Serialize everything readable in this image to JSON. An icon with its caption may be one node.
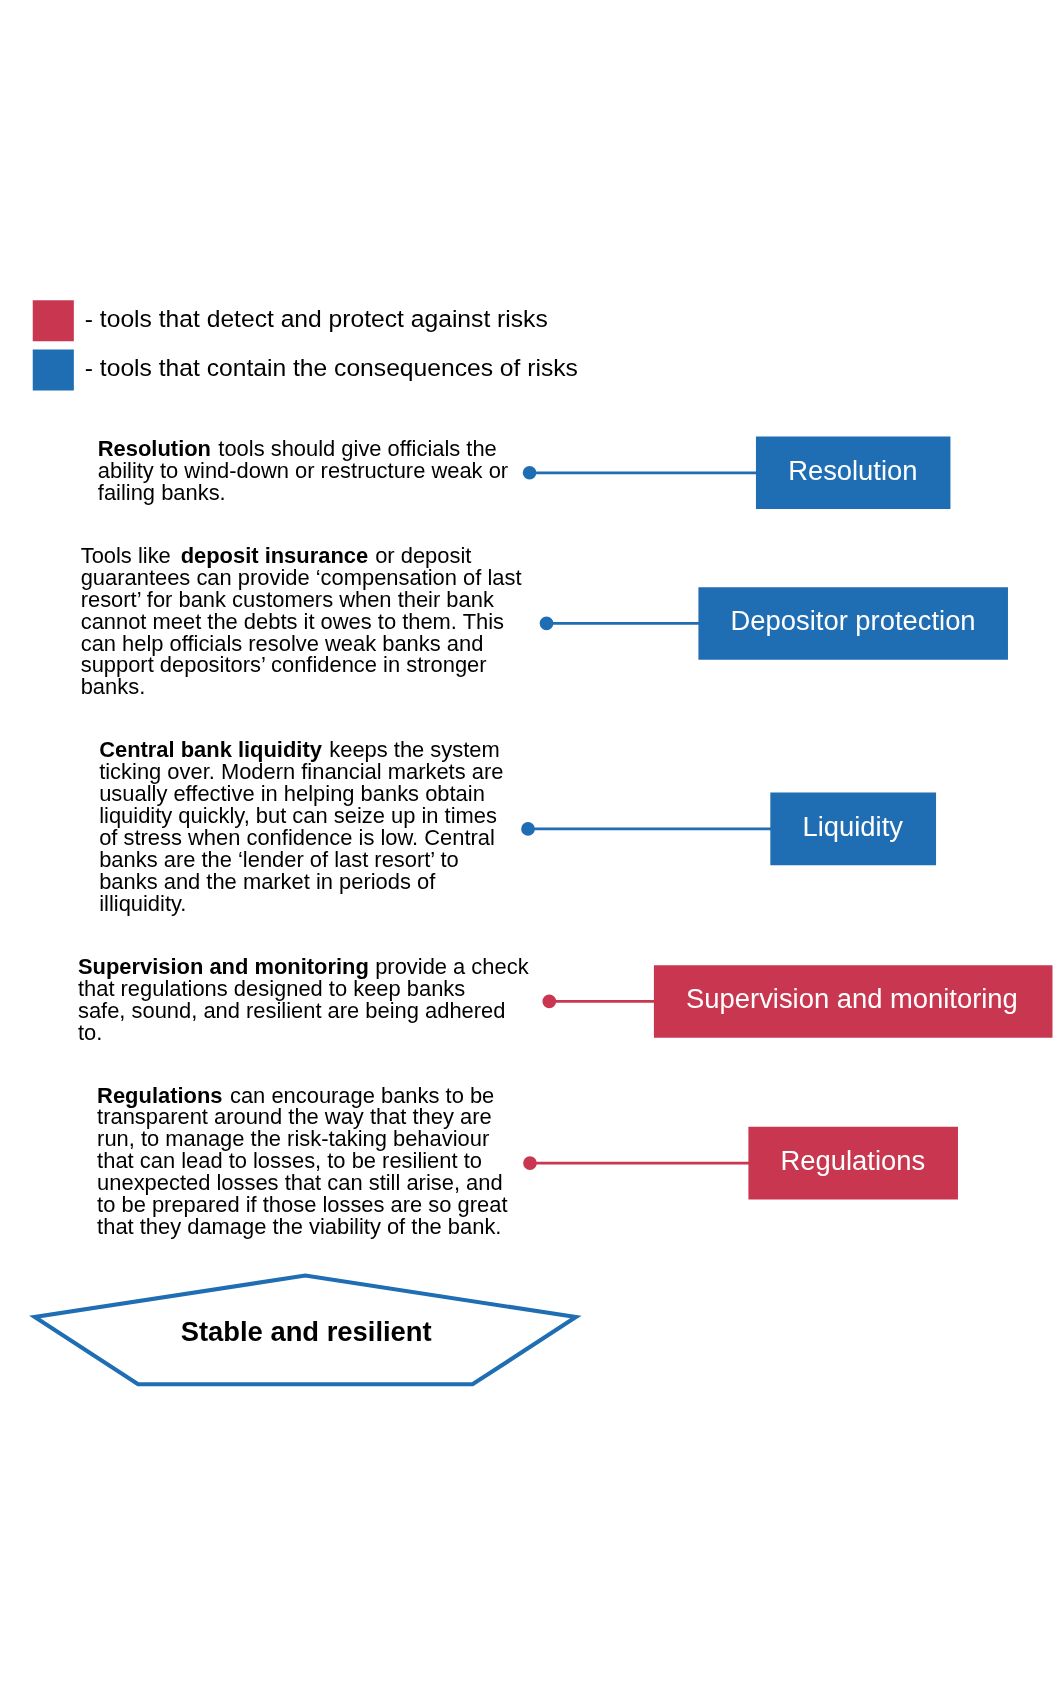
{
  "diagram": {
    "nodes": [
      {
        "text": [
          "Stable and resilient"
        ]
      },
      {
        "text": [
          "Regulations"
        ]
      },
      {
        "text": [
          "Supervision and monitoring"
        ]
      },
      {
        "text": [
          "Liquidity"
        ]
      },
      {
        "text": [
          "Depositor protection"
        ]
      },
      {
        "text": [
          "Resolution"
        ]
      },
      {
        "text": [
          "**Regulations** can encourage banks to be transparent around the way that they are run, to manage the risk-taking behaviour that can lead to losses, to be resilient to unexpected losses that can still arise, and to be prepared if those losses are so great that they damage the viability of the bank."
        ]
      },
      {
        "text": [
          "**Supervision and monitoring** provide a check that regulations designed to keep banks safe, sound, and resilient are being adhered to."
        ]
      },
      {
        "text": [
          "**Central bank liquidity** keeps the system ticking over. Modern financial markets are usually effective in helping banks obtain liquidity quickly, but can seize up in times of stress when confidence is low. Central banks are the ‘lender of last resort’ to banks and the market in periods of illiquidity."
        ]
      },
      {
        "text": [
          "Tools like **deposit insurance** or deposit guarantees can provide ‘compensation of last resort’ for bank customers when their bank cannot meet the debts it owes to them. This can help officials resolve weak banks and support depositors’ confidence in stronger banks."
        ]
      },
      {
        "text": [
          "**Resolution** tools should give officials the ability to wind-down or restructure weak or failing banks."
        ]
      }
    ],
    "edges": [
      {
        "from": 6,
        "to": 1,
        "arrow": "other",
        "color": "#c8374f"
      },
      {
        "from": 7,
        "to": 2,
        "arrow": "other",
        "color": "#c8374f"
      },
      {
        "from": 8,
        "to": 3,
        "arrow": "other"
      },
      {
        "from": 9,
        "to": 4,
        "arrow": "other"
      },
      {
        "from": 10,
        "to": 5,
        "arrow": "other"
      }
    ],
    "legend": [
      {
        "text": "- tools that detect and protect against risks",
        "color": "#c8374f"
      },
      {
        "text": "- tools that contain the consequences of risks",
        "color": "#1f6db3"
      }
    ]
  }
}
